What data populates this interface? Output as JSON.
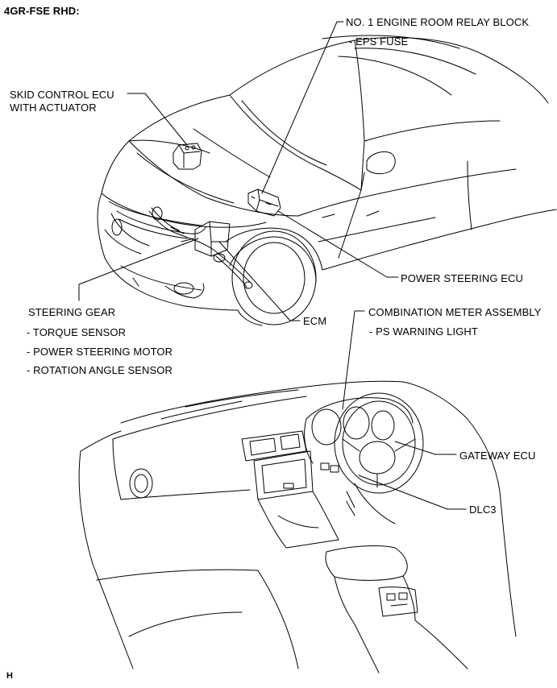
{
  "header": {
    "variant": "4GR-FSE RHD:"
  },
  "labels": {
    "relay_block": "NO. 1 ENGINE ROOM RELAY BLOCK",
    "eps_fuse": "- EPS FUSE",
    "skid_line1": "SKID CONTROL ECU",
    "skid_line2": "WITH ACTUATOR",
    "ps_ecu": "POWER STEERING ECU",
    "steering_gear": "STEERING GEAR",
    "torque_sensor": "- TORQUE SENSOR",
    "ps_motor": "- POWER STEERING MOTOR",
    "rotation_sensor": "- ROTATION ANGLE SENSOR",
    "ecm": "ECM",
    "combo_meter": "COMBINATION METER ASSEMBLY",
    "ps_warning": "- PS WARNING LIGHT",
    "gateway_ecu": "GATEWAY ECU",
    "dlc3": "DLC3"
  },
  "footer": {
    "code": "H"
  },
  "style": {
    "line_color": "#000000",
    "background": "#ffffff"
  }
}
